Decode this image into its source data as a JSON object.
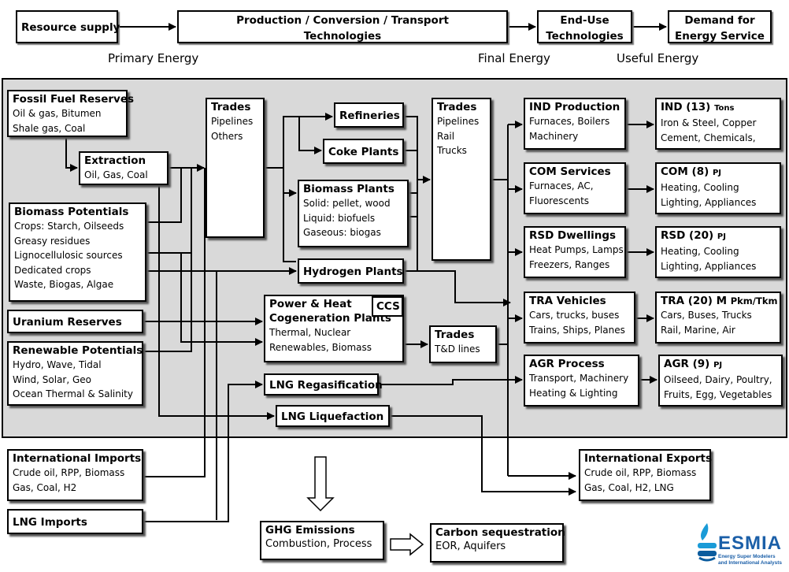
{
  "top_row": {
    "resource_supply": "Resource supply",
    "production_line1": "Production / Conversion / Transport",
    "production_line2": "Technologies",
    "enduse_line1": "End-Use",
    "enduse_line2": "Technologies",
    "demand_line1": "Demand for",
    "demand_line2": "Energy Service"
  },
  "energy_labels": {
    "primary": "Primary Energy",
    "final": "Final Energy",
    "useful": "Useful Energy"
  },
  "supply": {
    "fossil": {
      "title": "Fossil Fuel Reserves",
      "lines": [
        "Oil & gas, Bitumen",
        "Shale gas, Coal"
      ]
    },
    "extraction": {
      "title": "Extraction",
      "lines": [
        "Oil, Gas,  Coal"
      ]
    },
    "biomass_potentials": {
      "title": "Biomass Potentials",
      "lines": [
        "Crops: Starch, Oilseeds",
        "Greasy residues",
        "Lignocellulosic sources",
        "Dedicated crops",
        "Waste, Biogas, Algae"
      ]
    },
    "uranium": {
      "title": "Uranium Reserves"
    },
    "renewable": {
      "title": "Renewable Potentials",
      "lines": [
        "Hydro, Wave, Tidal",
        "Wind, Solar, Geo",
        "Ocean Thermal & Salinity"
      ]
    }
  },
  "conversion": {
    "trades1": {
      "title": "Trades",
      "lines": [
        "Pipelines",
        "Others"
      ]
    },
    "refineries": {
      "title": "Refineries"
    },
    "coke": {
      "title": "Coke Plants"
    },
    "biomass_plants": {
      "title": "Biomass Plants",
      "lines": [
        "Solid: pellet, wood",
        "Liquid: biofuels",
        "Gaseous: biogas"
      ]
    },
    "hydrogen": {
      "title": "Hydrogen Plants"
    },
    "power_heat": {
      "title_line1": "Power & Heat",
      "title_line2": "Cogeneration Plants",
      "ccs": "CCS",
      "lines": [
        "Thermal, Nuclear",
        "Renewables, Biomass"
      ]
    },
    "trades2": {
      "title": "Trades",
      "lines": [
        "Pipelines",
        "Rail",
        "Trucks"
      ]
    },
    "trades3": {
      "title": "Trades",
      "lines": [
        "T&D lines"
      ]
    },
    "lng_regas": {
      "title": "LNG Regasification"
    },
    "lng_liq": {
      "title": "LNG Liquefaction"
    }
  },
  "enduse": [
    {
      "title": "IND Production",
      "lines": [
        "Furnaces, Boilers",
        "Machinery"
      ]
    },
    {
      "title": "COM Services",
      "lines": [
        "Furnaces, AC,",
        "Fluorescents"
      ]
    },
    {
      "title": "RSD Dwellings",
      "lines": [
        "Heat Pumps, Lamps",
        "Freezers, Ranges"
      ]
    },
    {
      "title": "TRA Vehicles",
      "lines": [
        "Cars, trucks, buses",
        "Trains, Ships, Planes"
      ]
    },
    {
      "title": "AGR Process",
      "lines": [
        "Transport,  Machinery",
        "Heating & Lighting"
      ]
    }
  ],
  "demand": [
    {
      "title": "IND (13)",
      "unit": "Tons",
      "lines": [
        "Iron & Steel,  Copper",
        "Cement, Chemicals,"
      ]
    },
    {
      "title": "COM (8)",
      "unit": "PJ",
      "lines": [
        "Heating, Cooling",
        "Lighting, Appliances"
      ]
    },
    {
      "title": "RSD (20)",
      "unit": "PJ",
      "lines": [
        "Heating, Cooling",
        "Lighting, Appliances"
      ]
    },
    {
      "title": "TRA (20) M",
      "unit": "Pkm/Tkm",
      "lines": [
        "Cars, Buses, Trucks",
        "Rail, Marine, Air"
      ]
    },
    {
      "title": "AGR (9)",
      "unit": "PJ",
      "lines": [
        "Oilseed, Dairy, Poultry,",
        "Fruits, Egg, Vegetables"
      ]
    }
  ],
  "outside": {
    "imports": {
      "title": "International Imports",
      "lines": [
        "Crude oil, RPP, Biomass",
        "Gas, Coal, H2"
      ]
    },
    "lng_imports": {
      "title": "LNG Imports"
    },
    "exports": {
      "title": "International Exports",
      "lines": [
        "Crude oil, RPP, Biomass",
        "Gas, Coal, H2,  LNG"
      ]
    },
    "ghg": {
      "title": "GHG Emissions",
      "lines": [
        "Combustion, Process"
      ]
    },
    "carbon": {
      "title": "Carbon sequestration",
      "lines": [
        "EOR, Aquifers"
      ]
    }
  },
  "logo": {
    "name": "ESMIA",
    "tagline_line1": "Energy Super Modelers",
    "tagline_line2": "and International Analysts",
    "colors": [
      "#1a9bd7",
      "#0b5c9e"
    ]
  },
  "colors": {
    "system_bg": "#d9d9d9",
    "line": "#000000",
    "logo_blue": "#1b5fa8"
  }
}
